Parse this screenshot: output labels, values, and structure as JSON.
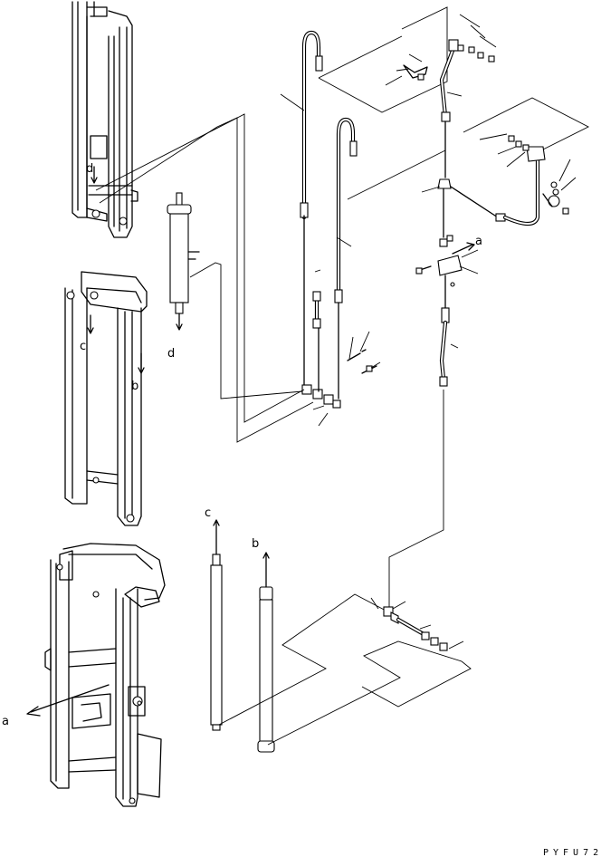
{
  "labels": {
    "a_left": "a",
    "a_right": "a",
    "b_mast": "b",
    "b_cyl": "b",
    "c_mast": "c",
    "c_cyl": "c",
    "d_mast": "d",
    "d_cyl": "d"
  },
  "drawing_code": "PYFU722"
}
